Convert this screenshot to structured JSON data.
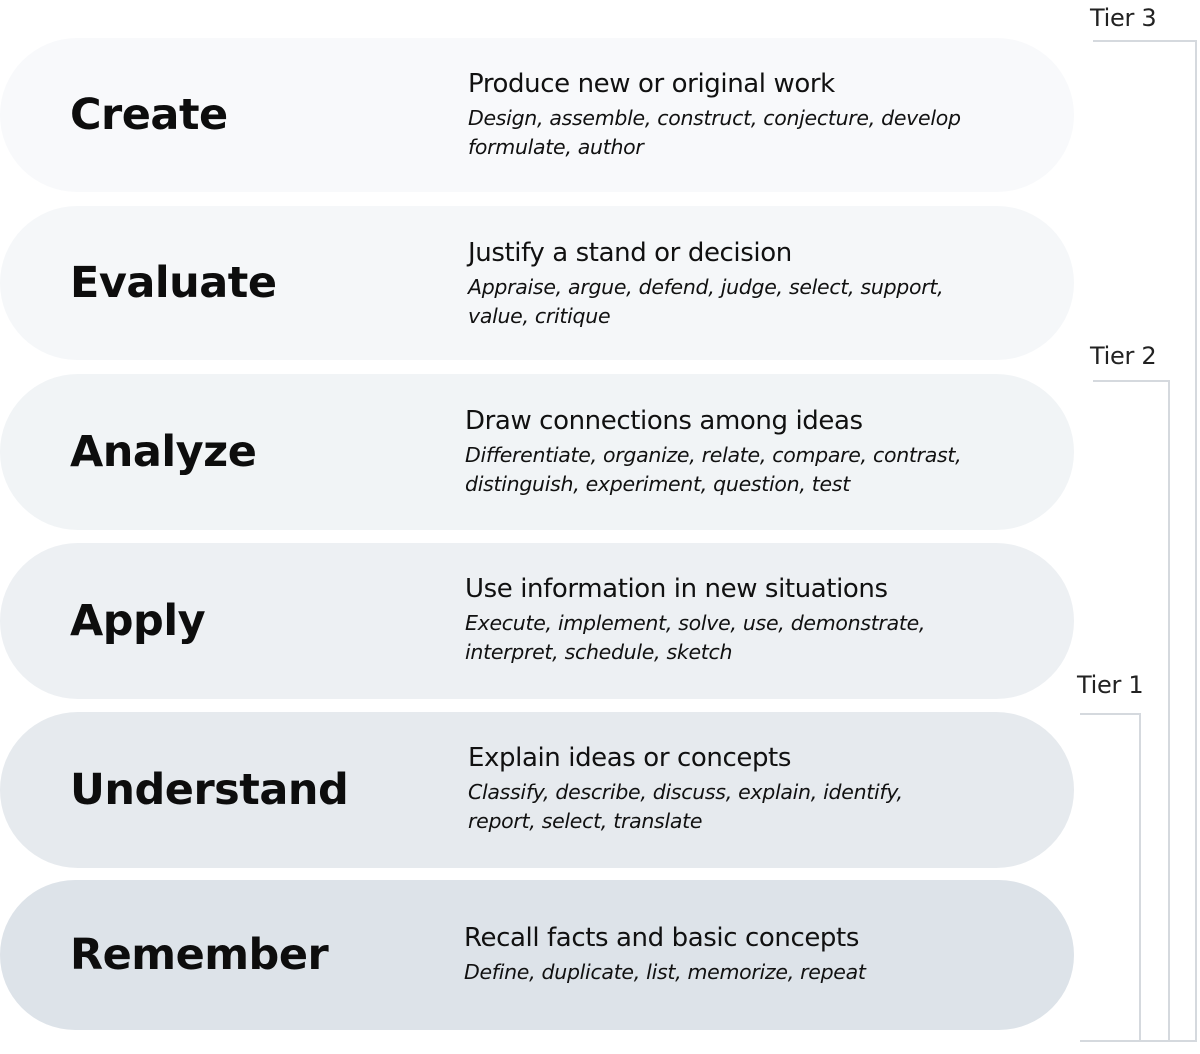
{
  "levels": [
    {
      "name": "Create",
      "description": "Produce new or original work",
      "verbs_line1": "Design, assemble, construct, conjecture, develop",
      "verbs_line2": "formulate, author",
      "color": "#f8f9fb"
    },
    {
      "name": "Evaluate",
      "description": "Justify a stand or decision",
      "verbs_line1": "Appraise, argue, defend, judge, select, support,",
      "verbs_line2": "value, critique",
      "color": "#f5f7f9"
    },
    {
      "name": "Analyze",
      "description": "Draw connections among ideas",
      "verbs_line1": "Differentiate, organize, relate, compare, contrast,",
      "verbs_line2": "distinguish, experiment, question, test",
      "color": "#f1f4f6"
    },
    {
      "name": "Apply",
      "description": "Use information in new situations",
      "verbs_line1": "Execute, implement, solve, use, demonstrate,",
      "verbs_line2": "interpret, schedule, sketch",
      "color": "#edf0f3"
    },
    {
      "name": "Understand",
      "description": "Explain ideas or concepts",
      "verbs_line1": "Classify, describe, discuss, explain, identify,",
      "verbs_line2": "report, select, translate",
      "color": "#e6eaee"
    },
    {
      "name": "Remember",
      "description": "Recall facts and basic concepts",
      "verbs_line1": "Define, duplicate, list, memorize, repeat",
      "verbs_line2": "",
      "color": "#dde3e9"
    }
  ],
  "tiers": [
    {
      "label": "Tier 3"
    },
    {
      "label": "Tier 2"
    },
    {
      "label": "Tier 1"
    }
  ],
  "bracket_color": "#d5d9de"
}
